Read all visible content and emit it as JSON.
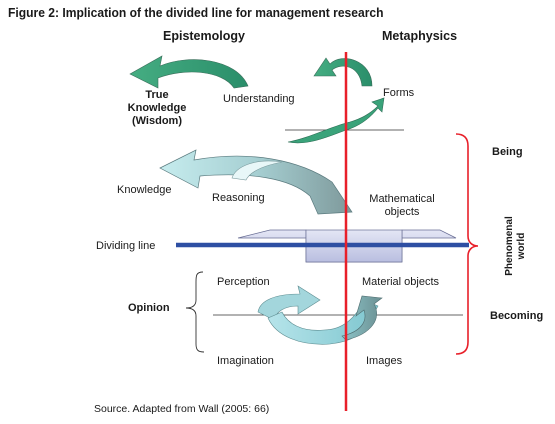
{
  "figure": {
    "title": "Figure 2:  Implication of the divided line for management research",
    "source": "Source. Adapted from Wall (2005: 66)"
  },
  "columns": {
    "left": "Epistemology",
    "right": "Metaphysics"
  },
  "labels": {
    "true_knowledge": "True Knowledge (Wisdom)",
    "true_knowledge_lines": [
      "True",
      "Knowledge",
      "(Wisdom)"
    ],
    "understanding": "Understanding",
    "forms": "Forms",
    "knowledge": "Knowledge",
    "reasoning": "Reasoning",
    "mathematical_objects_lines": [
      "Mathematical",
      "objects"
    ],
    "dividing_line": "Dividing line",
    "perception": "Perception",
    "material_objects": "Material objects",
    "opinion": "Opinion",
    "imagination": "Imagination",
    "images": "Images",
    "being": "Being",
    "becoming": "Becoming",
    "phenomenal_world_lines": [
      "Phenomenal",
      "world"
    ]
  },
  "colors": {
    "red_line": "#e8202a",
    "dividing_line": "#2e4fa3",
    "arrow_green": "#2f9a72",
    "arrow_light": "#9fd8de",
    "arrow_grey": "#8aa3a6",
    "box_lavender": "#c9cde8"
  }
}
